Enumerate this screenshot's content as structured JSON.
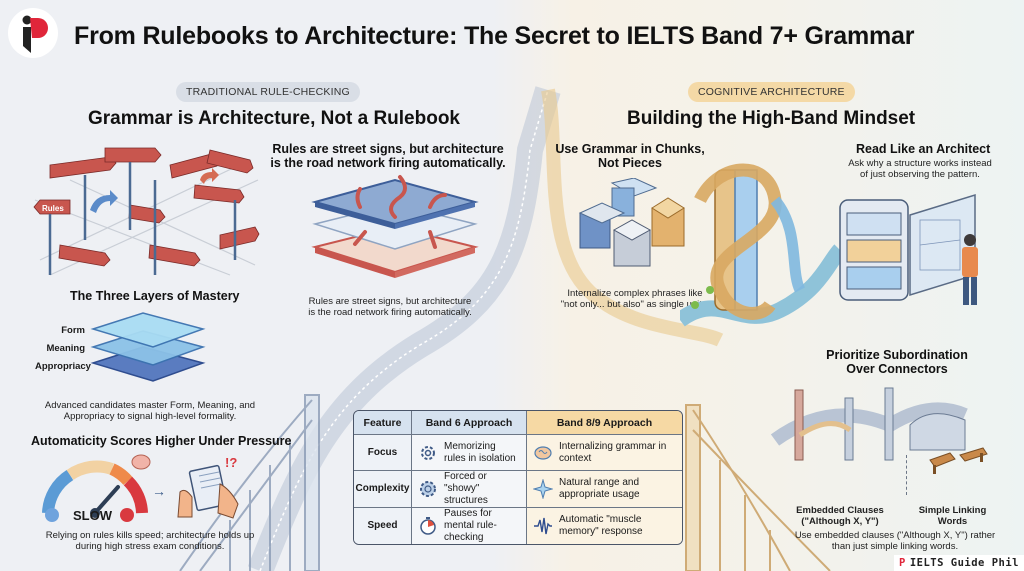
{
  "header": {
    "title": "From Rulebooks to Architecture: The Secret to IELTS Band 7+ Grammar",
    "logo_icon": "ielts-guide-logo"
  },
  "left": {
    "pill": "TRADITIONAL RULE-CHECKING",
    "heading": "Grammar is Architecture, Not a Rulebook",
    "street_signs": {
      "icon": "street-signs-icon",
      "visible_sign": "Rules"
    },
    "road_network": {
      "heading_line1": "Rules are street signs, but architecture",
      "heading_line2": "is the road network firing automatically.",
      "icon": "layered-map-icon",
      "caption_line1": "Rules are street signs, but architecture",
      "caption_line2": "is the road network firing automatically."
    },
    "layers": {
      "heading": "The Three Layers of Mastery",
      "labels": [
        "Form",
        "Meaning",
        "Appropriacy"
      ],
      "caption_line1": "Advanced candidates master Form, Meaning, and",
      "caption_line2": "Appropriacy to signal high-level formality."
    },
    "automaticity": {
      "heading": "Automaticity Scores Higher Under Pressure",
      "gauge_label": "SLOW",
      "exclaim": "!?",
      "caption_line1": "Relying on rules kills speed; architecture holds up",
      "caption_line2": "during high stress exam conditions."
    }
  },
  "right": {
    "pill": "COGNITIVE ARCHITECTURE",
    "heading": "Building the High-Band Mindset",
    "chunks": {
      "heading_line1": "Use Grammar in Chunks,",
      "heading_line2": "Not Pieces",
      "caption_line1": "Internalize complex phrases like",
      "caption_line2": "\"not only... but also\" as single units."
    },
    "architect": {
      "heading": "Read Like an Architect",
      "caption_line1": "Ask why a structure works instead",
      "caption_line2": "of just observing the pattern."
    },
    "subordination": {
      "heading_line1": "Prioritize Subordination",
      "heading_line2": "Over Connectors",
      "left_label_line1": "Embedded Clauses",
      "left_label_line2": "(\"Although X, Y\")",
      "right_label_line1": "Simple Linking",
      "right_label_line2": "Words",
      "caption_line1": "Use embedded clauses (\"Although X, Y\") rather",
      "caption_line2": "than just simple linking words."
    }
  },
  "table": {
    "headers": [
      "Feature",
      "Band 6 Approach",
      "Band 8/9 Approach"
    ],
    "rows": [
      {
        "feature": "Focus",
        "band6": "Memorizing rules in isolation",
        "band6_icon": "gear-icon",
        "band89": "Internalizing grammar in context",
        "band89_icon": "brain-icon"
      },
      {
        "feature": "Complexity",
        "band6": "Forced or \"showy\" structures",
        "band6_icon": "gear-clock-icon",
        "band89": "Natural range and appropriate usage",
        "band89_icon": "star-burst-icon"
      },
      {
        "feature": "Speed",
        "band6": "Pauses for mental rule-checking",
        "band6_icon": "stopwatch-icon",
        "band89": "Automatic \"muscle memory\" response",
        "band89_icon": "waveform-icon"
      }
    ]
  },
  "brand": {
    "mark": "P",
    "name": "IELTS Guide Phil"
  },
  "colors": {
    "left_pill": "#d9dee6",
    "right_pill": "#f4d9a6",
    "band6_header": "#d6e2ef",
    "band89_header": "#f6d9a4",
    "logo_red": "#e0263a"
  }
}
